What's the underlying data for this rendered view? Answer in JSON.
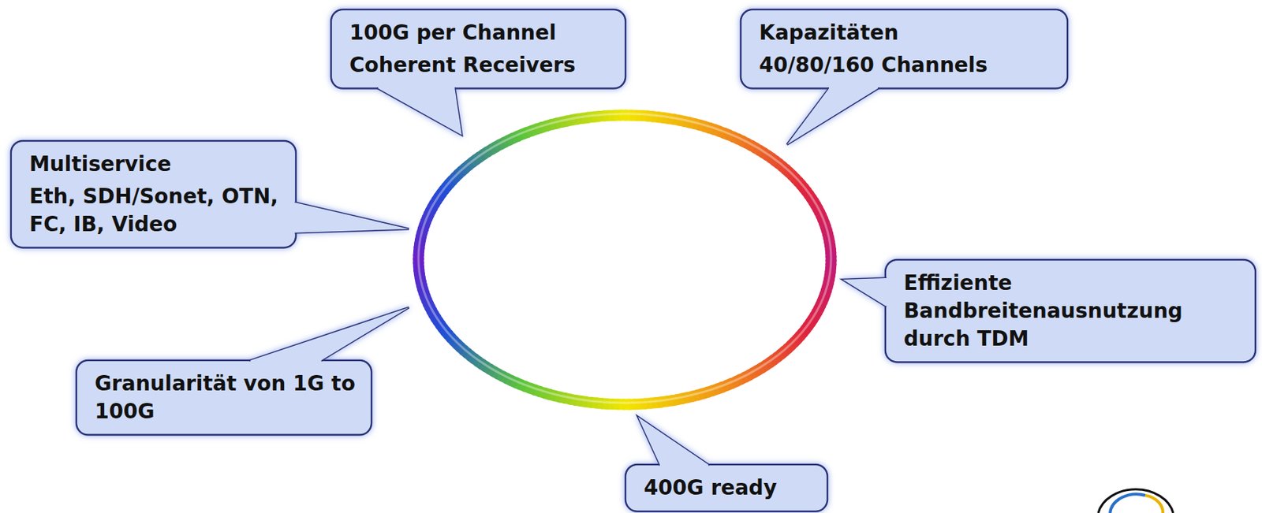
{
  "diagram": {
    "nodes": [
      {
        "text": [
          "100G per Channel",
          "Coherent Receivers"
        ]
      },
      {
        "text": [
          "Kapazitäten",
          "40/80/160 Channels"
        ]
      },
      {
        "text": [
          "Multiservice",
          "Eth, SDH/Sonet, OTN, FC, IB, Video"
        ]
      },
      {
        "text": [
          "Effiziente Bandbreitenausnutzung durch TDM"
        ]
      },
      {
        "text": [
          "Granularität von 1G to 100G"
        ]
      },
      {
        "text": [
          "400G ready"
        ]
      }
    ]
  }
}
